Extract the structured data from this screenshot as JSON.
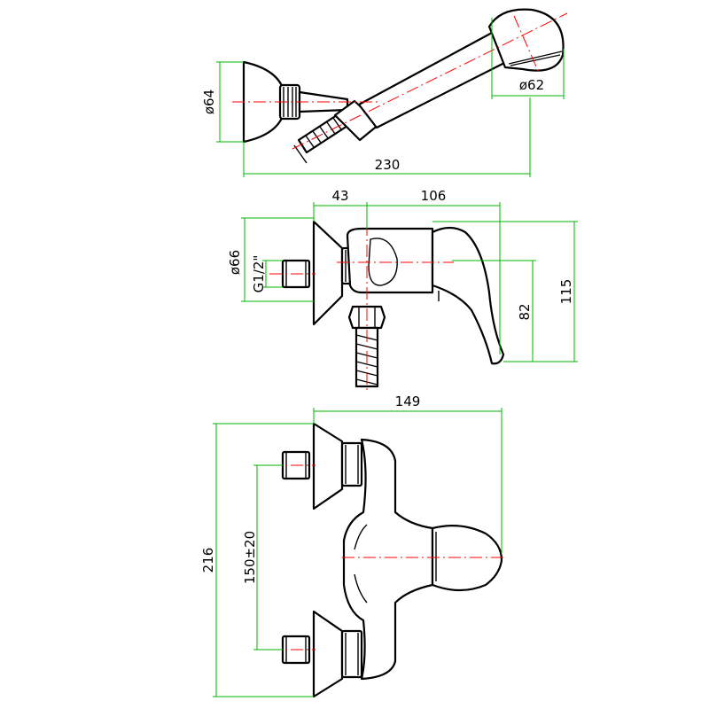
{
  "top_view": {
    "dia_head": "ø62",
    "dia_wall_cup": "ø64",
    "overall_length": "230"
  },
  "side_view": {
    "offset_left": "43",
    "offset_right": "106",
    "dia_flange": "ø66",
    "thread": "G1/2\"",
    "height_lever": "82",
    "height_total": "115"
  },
  "front_view": {
    "width": "149",
    "height": "216",
    "inlet_spacing": "150±20"
  },
  "colors": {
    "outline": "#000000",
    "centerline": "#ff0000",
    "dimension": "#00b400"
  }
}
